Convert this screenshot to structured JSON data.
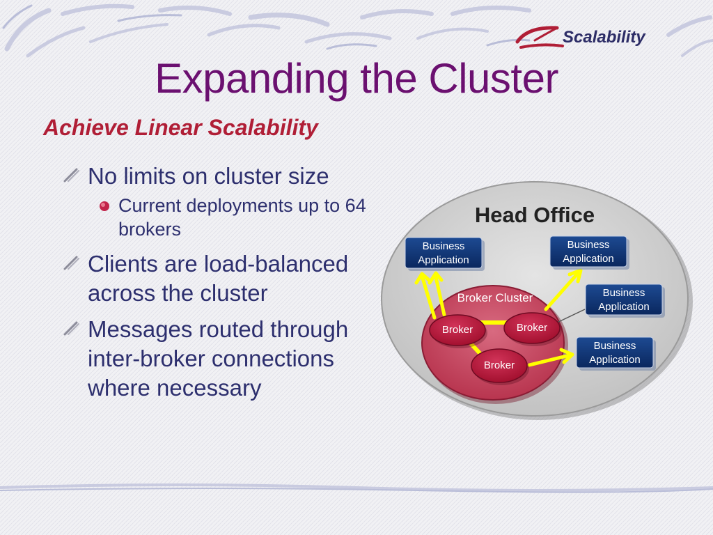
{
  "header": {
    "logo_text": "Scalability",
    "title": "Expanding the Cluster",
    "subtitle": "Achieve Linear Scalability"
  },
  "bullets": [
    {
      "level": 1,
      "text": "No limits on cluster size"
    },
    {
      "level": 2,
      "text": "Current deployments up to 64 brokers"
    },
    {
      "level": 1,
      "text": "Clients are load-balanced across the cluster"
    },
    {
      "level": 1,
      "text": "Messages routed through inter-broker connections where necessary"
    }
  ],
  "diagram": {
    "office_label": "Head Office",
    "cluster_label": "Broker Cluster",
    "brokers": [
      "Broker",
      "Broker",
      "Broker"
    ],
    "business_apps": [
      [
        "Business",
        "Application"
      ],
      [
        "Business",
        "Application"
      ],
      [
        "Business",
        "Application"
      ],
      [
        "Business",
        "Application"
      ]
    ]
  },
  "colors": {
    "title": "#6b1070",
    "subtitle": "#b01e36",
    "body_text": "#2d2f6e",
    "app_box": "#0b2e6e",
    "broker": "#b3163c",
    "connection": "#ffff00"
  }
}
